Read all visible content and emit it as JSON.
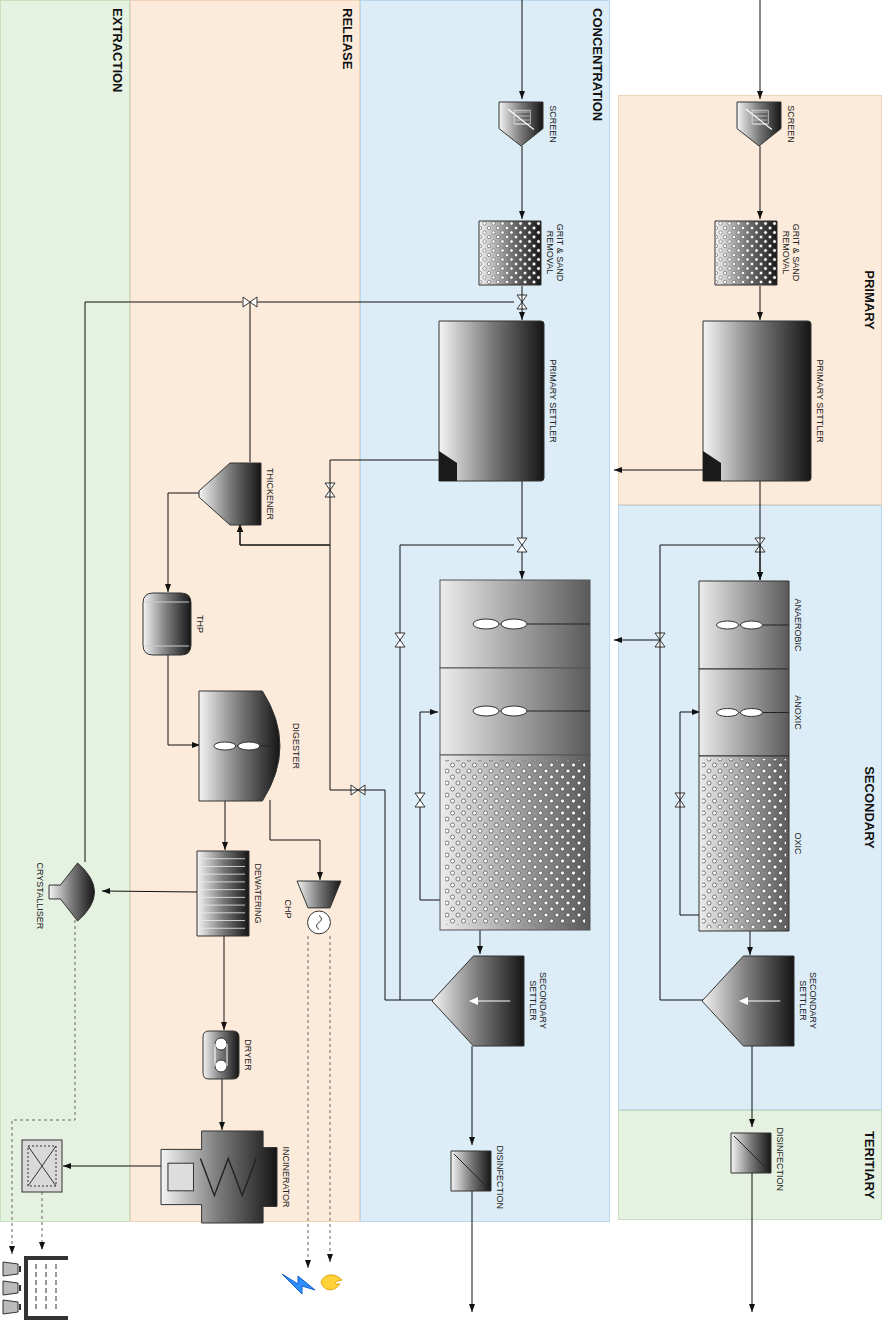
{
  "diagram": {
    "nodes": [
      {
        "text": [
          "PRIMARY"
        ]
      },
      {
        "text": [
          "SCREEN"
        ],
        "in": 0
      },
      {
        "text": [
          "GRIT & SAND REMOVAL"
        ],
        "in": 0
      },
      {
        "text": [
          "PRIMARY SETTLER"
        ],
        "in": 0
      },
      {
        "text": [
          "SECONDARY"
        ]
      },
      {
        "text": [
          "ANAEROBIC"
        ],
        "in": 4
      },
      {
        "text": [
          "ANOXIC"
        ],
        "in": 4
      },
      {
        "text": [
          "OXIC"
        ],
        "in": 4
      },
      {
        "text": [
          "SECONDARY SETTLER"
        ],
        "in": 4
      },
      {
        "text": [
          "TERITIARY"
        ]
      },
      {
        "text": [
          "DISINFECTION"
        ],
        "in": 9
      },
      {
        "text": [
          "CONCENTRATION"
        ]
      },
      {
        "text": [
          "SCREEN"
        ],
        "in": 11
      },
      {
        "text": [
          "GRIT & SAND REMOVAL"
        ],
        "in": 11
      },
      {
        "text": [
          "PRIMARY SETTLER"
        ],
        "in": 11
      },
      {
        "text": [
          "SECONDARY SETTLER"
        ],
        "in": 11
      },
      {
        "text": [
          "DISINFECTION"
        ],
        "in": 11
      },
      {
        "text": [
          "RELEASE"
        ]
      },
      {
        "text": [
          "THICKENER"
        ],
        "in": 17
      },
      {
        "text": [
          "THP"
        ],
        "in": 17
      },
      {
        "text": [
          "DIGESTER"
        ],
        "in": 17
      },
      {
        "text": [
          "CHP"
        ],
        "in": 17
      },
      {
        "text": [
          "DEWATERING"
        ],
        "in": 17
      },
      {
        "text": [
          "DRYER"
        ],
        "in": 17
      },
      {
        "text": [
          "INCINERATOR"
        ],
        "in": 17
      },
      {
        "text": [
          "EXTRACTION"
        ]
      },
      {
        "text": [
          "CRYSTALLISER"
        ],
        "in": 25
      }
    ],
    "edges": [
      {
        "from": 1,
        "to": 2,
        "arrow": "to"
      },
      {
        "from": 2,
        "to": 3,
        "arrow": "to"
      },
      {
        "from": 3,
        "to": 5,
        "arrow": "to"
      },
      {
        "from": 7,
        "to": 8,
        "arrow": "to"
      },
      {
        "from": 8,
        "to": 10,
        "arrow": "to"
      },
      {
        "from": 8,
        "to": 5,
        "arrow": "to"
      },
      {
        "from": 7,
        "to": 6,
        "arrow": "to"
      },
      {
        "from": 12,
        "to": 13,
        "arrow": "to"
      },
      {
        "from": 13,
        "to": 14,
        "arrow": "to"
      },
      {
        "from": 14,
        "to": 18,
        "arrow": "to"
      },
      {
        "from": 15,
        "to": 18,
        "arrow": "to"
      },
      {
        "from": 15,
        "to": 16,
        "arrow": "to"
      },
      {
        "from": 18,
        "to": 19,
        "arrow": "to"
      },
      {
        "from": 19,
        "to": 20,
        "arrow": "to"
      },
      {
        "from": 20,
        "to": 21,
        "arrow": "to"
      },
      {
        "from": 20,
        "to": 22,
        "arrow": "to"
      },
      {
        "from": 22,
        "to": 23,
        "arrow": "to"
      },
      {
        "from": 23,
        "to": 24,
        "arrow": "to"
      },
      {
        "from": 22,
        "to": 26,
        "arrow": "to"
      }
    ]
  }
}
